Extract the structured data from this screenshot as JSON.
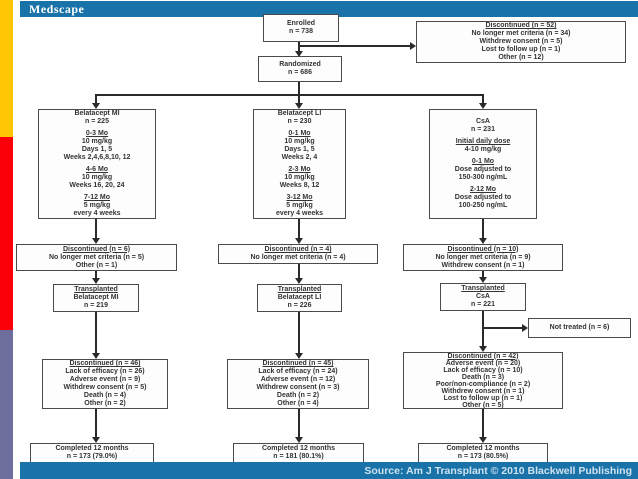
{
  "header": {
    "brand": "Medscape"
  },
  "footer": {
    "source": "Source: Am J Transplant © 2010 Blackwell Publishing"
  },
  "colors": {
    "bar_blue": "#1973a9",
    "strip_yellow": "#ffc606",
    "strip_red": "#fb0006",
    "strip_purple": "#6e6e9e"
  },
  "flow": {
    "enrolled": {
      "lines": [
        {
          "t": "Enrolled"
        },
        {
          "t": "n = 738"
        }
      ]
    },
    "discontinued_top": {
      "lines": [
        {
          "t": "Discontinued (n = 52)",
          "u": 1
        },
        {
          "t": "No longer met criteria (n = 34)"
        },
        {
          "t": "Withdrew consent (n = 5)"
        },
        {
          "t": "Lost to follow up (n = 1)"
        },
        {
          "t": "Other (n = 12)"
        }
      ]
    },
    "randomized": {
      "lines": [
        {
          "t": "Randomized"
        },
        {
          "t": "n = 686"
        }
      ]
    },
    "arm_mi": {
      "lines": [
        {
          "t": "Belatacept MI"
        },
        {
          "t": "n = 225"
        },
        {
          "t": ""
        },
        {
          "t": "0-3 Mo",
          "u": 1
        },
        {
          "t": "10 mg/kg"
        },
        {
          "t": "Days 1, 5"
        },
        {
          "t": "Weeks 2,4,6,8,10, 12"
        },
        {
          "t": ""
        },
        {
          "t": "4-6 Mo",
          "u": 1
        },
        {
          "t": "10 mg/kg"
        },
        {
          "t": "Weeks 16, 20, 24"
        },
        {
          "t": ""
        },
        {
          "t": "7-12 Mo",
          "u": 1
        },
        {
          "t": "5 mg/kg"
        },
        {
          "t": "every 4 weeks"
        }
      ]
    },
    "arm_li": {
      "lines": [
        {
          "t": "Belatacept LI"
        },
        {
          "t": "n = 230"
        },
        {
          "t": ""
        },
        {
          "t": "0-1 Mo",
          "u": 1
        },
        {
          "t": "10 mg/kg"
        },
        {
          "t": "Days 1, 5"
        },
        {
          "t": "Weeks 2, 4"
        },
        {
          "t": ""
        },
        {
          "t": "2-3 Mo",
          "u": 1
        },
        {
          "t": "10 mg/kg"
        },
        {
          "t": "Weeks 8, 12"
        },
        {
          "t": ""
        },
        {
          "t": "3-12 Mo",
          "u": 1
        },
        {
          "t": "5 mg/kg"
        },
        {
          "t": "every 4 weeks"
        }
      ]
    },
    "arm_csa": {
      "lines": [
        {
          "t": "CsA"
        },
        {
          "t": "n = 231"
        },
        {
          "t": ""
        },
        {
          "t": "Initial daily dose",
          "u": 1
        },
        {
          "t": "4-10 mg/kg"
        },
        {
          "t": ""
        },
        {
          "t": "0-1 Mo",
          "u": 1
        },
        {
          "t": "Dose adjusted to"
        },
        {
          "t": "150-300 ng/mL"
        },
        {
          "t": ""
        },
        {
          "t": "2-12 Mo",
          "u": 1
        },
        {
          "t": "Dose adjusted to"
        },
        {
          "t": "100-250 ng/mL"
        }
      ]
    },
    "discontinued_mi": {
      "lines": [
        {
          "t": "Discontinued (n = 6)",
          "u": 1
        },
        {
          "t": "No longer met criteria (n = 5)"
        },
        {
          "t": "Other (n = 1)"
        }
      ]
    },
    "discontinued_li": {
      "lines": [
        {
          "t": "Discontinued (n = 4)",
          "u": 1
        },
        {
          "t": "No longer met criteria (n = 4)"
        }
      ]
    },
    "discontinued_csa": {
      "lines": [
        {
          "t": "Discontinued (n = 10)",
          "u": 1
        },
        {
          "t": "No longer met criteria (n = 9)"
        },
        {
          "t": "Withdrew consent (n = 1)"
        }
      ]
    },
    "transplanted_mi": {
      "lines": [
        {
          "t": "Transplanted",
          "u": 1
        },
        {
          "t": "Belatacept MI"
        },
        {
          "t": "n = 219"
        }
      ]
    },
    "transplanted_li": {
      "lines": [
        {
          "t": "Transplanted",
          "u": 1
        },
        {
          "t": "Belatacept LI"
        },
        {
          "t": "n = 226"
        }
      ]
    },
    "transplanted_csa": {
      "lines": [
        {
          "t": "Transplanted",
          "u": 1
        },
        {
          "t": "CsA"
        },
        {
          "t": "n = 221"
        }
      ]
    },
    "not_treated": {
      "lines": [
        {
          "t": "Not treated (n = 6)"
        }
      ]
    },
    "discontinued2_mi": {
      "lines": [
        {
          "t": "Discontinued (n = 46)",
          "u": 1
        },
        {
          "t": "Lack of efficacy (n = 26)"
        },
        {
          "t": "Adverse event (n = 9)"
        },
        {
          "t": "Withdrew consent (n = 5)"
        },
        {
          "t": "Death (n = 4)"
        },
        {
          "t": "Other (n = 2)"
        }
      ]
    },
    "discontinued2_li": {
      "lines": [
        {
          "t": "Discontinued (n = 45)",
          "u": 1
        },
        {
          "t": "Lack of efficacy (n = 24)"
        },
        {
          "t": "Adverse event (n = 12)"
        },
        {
          "t": "Withdrew consent (n = 3)"
        },
        {
          "t": "Death (n = 2)"
        },
        {
          "t": "Other (n = 4)"
        }
      ]
    },
    "discontinued2_csa": {
      "lines": [
        {
          "t": "Discontinued (n = 42)",
          "u": 1
        },
        {
          "t": "Adverse event (n = 20)"
        },
        {
          "t": "Lack of efficacy (n = 10)"
        },
        {
          "t": "Death (n = 3)"
        },
        {
          "t": "Poor/non-compliance (n = 2)"
        },
        {
          "t": "Withdrew consent (n = 1)"
        },
        {
          "t": "Lost to follow up (n = 1)"
        },
        {
          "t": "Other (n = 5)"
        }
      ]
    },
    "completed_mi": {
      "lines": [
        {
          "t": "Completed 12 months"
        },
        {
          "t": "n = 173 (79.0%)"
        }
      ]
    },
    "completed_li": {
      "lines": [
        {
          "t": "Completed 12 months"
        },
        {
          "t": "n = 181 (80.1%)"
        }
      ]
    },
    "completed_csa": {
      "lines": [
        {
          "t": "Completed 12 months"
        },
        {
          "t": "n = 173 (80.5%)"
        }
      ]
    }
  }
}
